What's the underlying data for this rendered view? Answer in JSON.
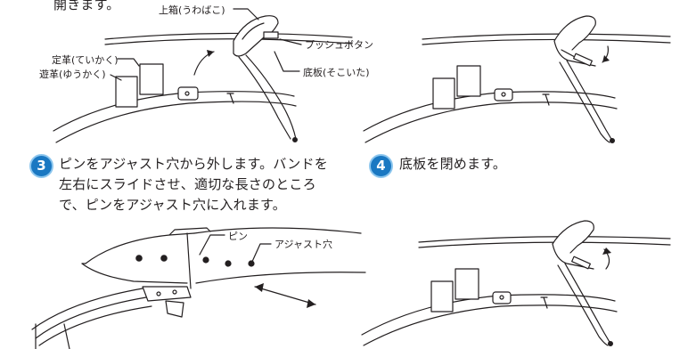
{
  "intro_tail": "開きます。",
  "callouts": {
    "upper_box": "上箱(うわばこ)",
    "push_button": "プッシュボタン",
    "bottom_plate": "底板(そこいた)",
    "fixed_loop": "定革(ていかく)",
    "free_loop": "遊革(ゆうかく)",
    "pin": "ピン",
    "adjust_hole": "アジャスト穴"
  },
  "steps": [
    {
      "number": "3",
      "lines": [
        "ピンをアジャスト穴から外します。バンドを",
        "左右にスライドさせ、適切な長さのところ",
        "で、ピンをアジャスト穴に入れます。"
      ]
    },
    {
      "number": "4",
      "lines": [
        "底板を閉めます。"
      ]
    }
  ]
}
